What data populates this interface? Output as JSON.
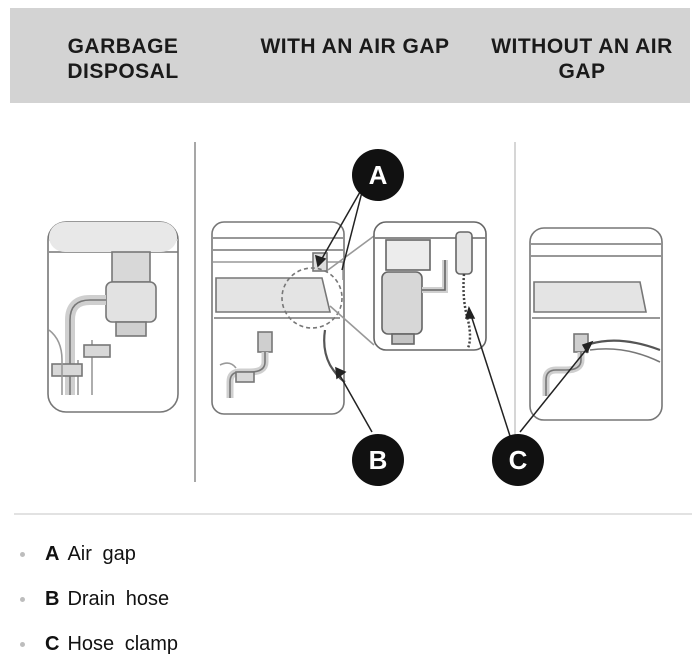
{
  "headers": {
    "col1": "GARBAGE DISPOSAL",
    "col2": "WITH AN AIR GAP",
    "col3": "WITHOUT AN AIR GAP"
  },
  "callouts": {
    "a": "A",
    "b": "B",
    "c": "C"
  },
  "legend": [
    {
      "key": "A",
      "text": "Air gap"
    },
    {
      "key": "B",
      "text": "Drain hose"
    },
    {
      "key": "C",
      "text": "Hose clamp"
    }
  ],
  "icons": {
    "bullet": "bullet-dot-icon"
  },
  "colors": {
    "header_bg": "#d3d3d3",
    "callout_fill": "#111111",
    "callout_text": "#ffffff"
  }
}
